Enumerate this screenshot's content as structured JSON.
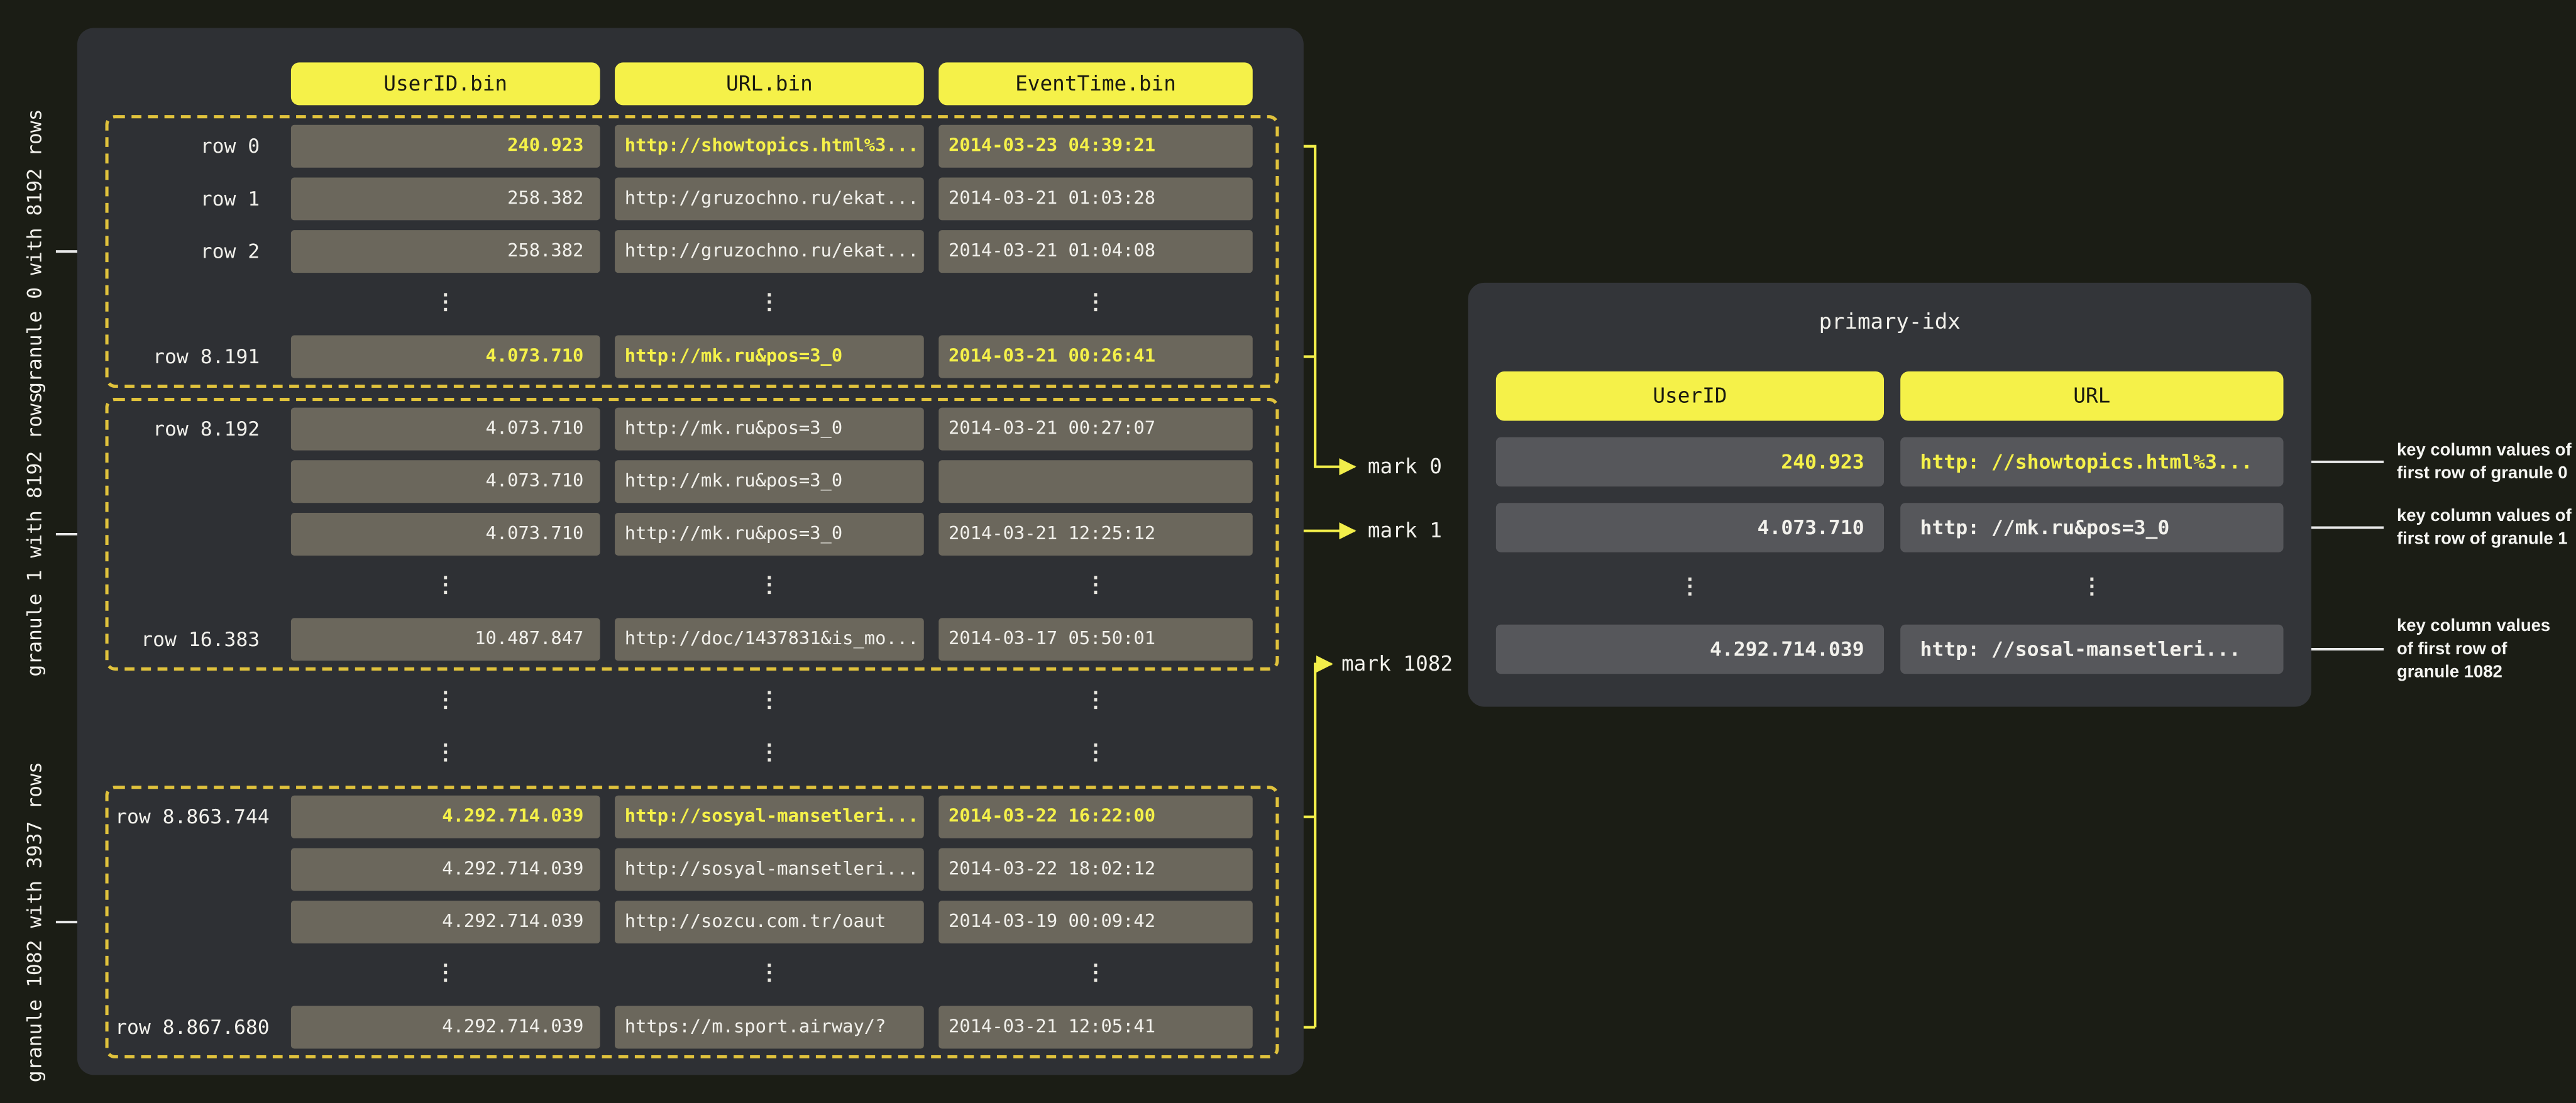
{
  "colors": {
    "background": "#1b1d15",
    "panel": "#2e3034",
    "panel_right": "#333539",
    "cell": "#6b675c",
    "cell_index": "#56575b",
    "accent_yellow": "#f5f149",
    "granule_border": "#e0c23c",
    "connector_yellow": "#f2ee4a",
    "connector_white": "#e9e9e9",
    "text_light": "#f2f1ec",
    "text_dark": "#1a1a10"
  },
  "ellipsis_glyph": "⋮",
  "file_panel": {
    "columns": [
      {
        "label": "UserID.bin"
      },
      {
        "label": "URL.bin"
      },
      {
        "label": "EventTime.bin"
      }
    ],
    "gap_ellipsis_rows": 2,
    "granules": [
      {
        "side_label": "granule 0 with 8192 rows",
        "rows": [
          {
            "type": "data",
            "label": "row 0",
            "highlight": true,
            "user_id": "240.923",
            "url": "http://showtopics.html%3...",
            "event_time": "2014-03-23 04:39:21"
          },
          {
            "type": "data",
            "label": "row 1",
            "user_id": "258.382",
            "url": "http://gruzochno.ru/ekat...",
            "event_time": "2014-03-21 01:03:28"
          },
          {
            "type": "data",
            "label": "row 2",
            "user_id": "258.382",
            "url": "http://gruzochno.ru/ekat...",
            "event_time": "2014-03-21 01:04:08"
          },
          {
            "type": "ellipsis"
          },
          {
            "type": "data",
            "label": "row 8.191",
            "highlight": true,
            "user_id": "4.073.710",
            "url": "http://mk.ru&pos=3_0",
            "event_time": "2014-03-21 00:26:41"
          }
        ]
      },
      {
        "side_label": "granule 1 with 8192 rows",
        "rows": [
          {
            "type": "data",
            "label": "row 8.192",
            "user_id": "4.073.710",
            "url": "http://mk.ru&pos=3_0",
            "event_time": "2014-03-21 00:27:07"
          },
          {
            "type": "data",
            "label": "",
            "user_id": "4.073.710",
            "url": "http://mk.ru&pos=3_0",
            "event_time": ""
          },
          {
            "type": "data",
            "label": "",
            "user_id": "4.073.710",
            "url": "http://mk.ru&pos=3_0",
            "event_time": "2014-03-21 12:25:12"
          },
          {
            "type": "ellipsis"
          },
          {
            "type": "data",
            "label": "row 16.383",
            "user_id": "10.487.847",
            "url": "http://doc/1437831&is_mo...",
            "event_time": "2014-03-17 05:50:01"
          }
        ]
      },
      {
        "side_label": "granule 1082 with 3937 rows",
        "rows": [
          {
            "type": "data",
            "label": "row 8.863.744",
            "highlight": true,
            "user_id": "4.292.714.039",
            "url": "http://sosyal-mansetleri...",
            "event_time": "2014-03-22 16:22:00"
          },
          {
            "type": "data",
            "label": "",
            "user_id": "4.292.714.039",
            "url": "http://sosyal-mansetleri...",
            "event_time": "2014-03-22 18:02:12"
          },
          {
            "type": "data",
            "label": "",
            "user_id": "4.292.714.039",
            "url": "http://sozcu.com.tr/oaut",
            "event_time": "2014-03-19 00:09:42"
          },
          {
            "type": "ellipsis"
          },
          {
            "type": "data",
            "label": "row 8.867.680",
            "user_id": "4.292.714.039",
            "url": "https://m.sport.airway/?",
            "event_time": "2014-03-21 12:05:41"
          }
        ]
      }
    ]
  },
  "marks": [
    {
      "label": "mark 0"
    },
    {
      "label": "mark 1"
    },
    {
      "label": "mark 1082"
    }
  ],
  "primary_index": {
    "title": "primary-idx",
    "columns": [
      {
        "label": "UserID"
      },
      {
        "label": "URL"
      }
    ],
    "rows": [
      {
        "type": "data",
        "highlight": true,
        "user_id": "240.923",
        "url": "http: //showtopics.html%3..."
      },
      {
        "type": "data",
        "user_id": "4.073.710",
        "url": "http: //mk.ru&pos=3_0"
      },
      {
        "type": "ellipsis"
      },
      {
        "type": "data",
        "user_id": "4.292.714.039",
        "url": "http: //sosal-mansetleri..."
      }
    ]
  },
  "annotations": [
    {
      "lines": [
        "key column values of",
        "first row of granule 0"
      ]
    },
    {
      "lines": [
        "key column values of",
        "first row of granule 1"
      ]
    },
    {
      "lines": [
        "key column values",
        "of first row of",
        "granule 1082"
      ]
    }
  ]
}
